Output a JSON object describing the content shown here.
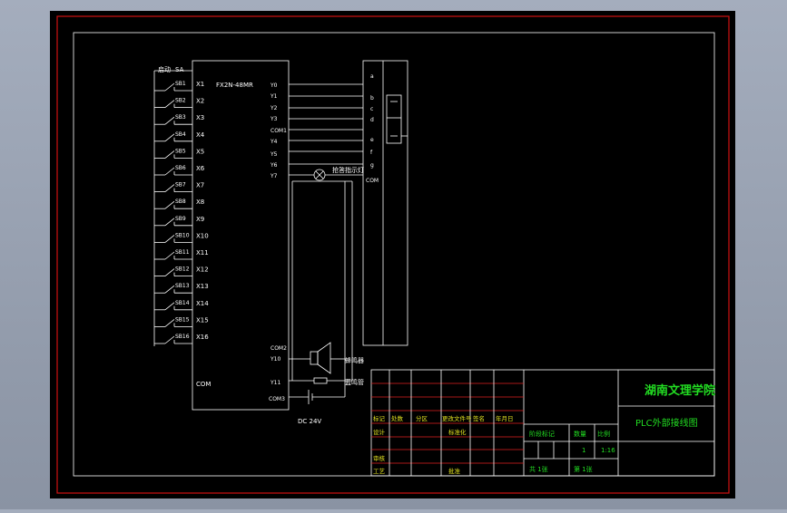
{
  "colors": {
    "background": "#000000",
    "border": "#d01010",
    "line": "#ffffff",
    "title_text": "#22dd22",
    "table_red": "#e02020",
    "table_yellow": "#e0e020"
  },
  "plc": {
    "model": "FX2N-48MR",
    "inputs": [
      "X1",
      "X2",
      "X3",
      "X4",
      "X5",
      "X6",
      "X7",
      "X8",
      "X9",
      "X10",
      "X11",
      "X12",
      "X13",
      "X14",
      "X15",
      "X16"
    ],
    "switches": [
      "SB1",
      "SB2",
      "SB3",
      "SB4",
      "SB5",
      "SB6",
      "SB7",
      "SB8",
      "SB9",
      "SB10",
      "SB11",
      "SB12",
      "SB13",
      "SB14",
      "SB15",
      "SB16"
    ],
    "outputs_top": [
      "Y0",
      "Y1",
      "Y2",
      "Y3",
      "COM1",
      "Y4",
      "Y5",
      "Y6",
      "Y7"
    ],
    "com_input": "COM",
    "com2": "COM2",
    "y10": "Y10",
    "y11": "Y11",
    "com3": "COM3",
    "top_left_label": "启动",
    "top_left_label2": "SA"
  },
  "display": {
    "segments": [
      "a",
      "b",
      "c",
      "d",
      "e",
      "f",
      "g"
    ],
    "common": "COM"
  },
  "components": {
    "lamp_label": "抢答指示灯",
    "buzzer_label": "蜂鸣器",
    "alarm_label": "蓝鸣管",
    "power_label": "DC 24V"
  },
  "title_block": {
    "school": "湖南文理学院",
    "drawing_title": "PLC外部接线图",
    "header_row": [
      "标记",
      "处数",
      "分区",
      "更改文件号",
      "签名",
      "年月日"
    ],
    "design": "设计",
    "standard": "标准化",
    "review": "审核",
    "craft": "工艺",
    "approve": "批准",
    "stage_mark": "阶段标记",
    "quantity": "数量",
    "scale": "比例",
    "quantity_value": "1",
    "scale_value": "1:16",
    "total_sheets": "共 1张",
    "sheet_no": "第 1张"
  }
}
